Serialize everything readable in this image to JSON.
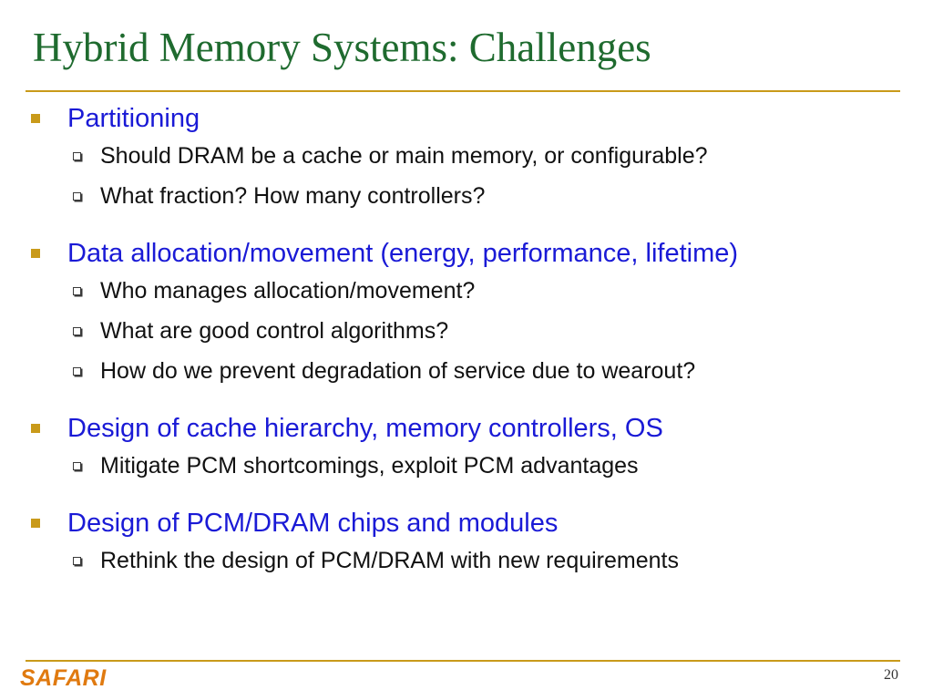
{
  "slide": {
    "title": "Hybrid Memory Systems: Challenges",
    "sections": [
      {
        "label": "Partitioning",
        "items": [
          "Should DRAM be a cache or main memory, or configurable?",
          "What fraction? How many controllers?"
        ]
      },
      {
        "label": "Data allocation/movement (energy, performance, lifetime)",
        "items": [
          "Who manages allocation/movement?",
          "What are good control algorithms?",
          "How do we prevent degradation of service due to wearout?"
        ]
      },
      {
        "label": "Design of cache hierarchy, memory controllers, OS",
        "items": [
          "Mitigate PCM shortcomings, exploit PCM advantages"
        ]
      },
      {
        "label": "Design of PCM/DRAM chips and modules",
        "items": [
          "Rethink the design of PCM/DRAM with new requirements"
        ]
      }
    ],
    "footer": {
      "logo": "SAFARI",
      "page_number": "20"
    },
    "colors": {
      "title": "#1f6b2f",
      "rule": "#c99a1a",
      "bullet_text": "#1a1ad6",
      "logo": "#e07a10"
    }
  }
}
